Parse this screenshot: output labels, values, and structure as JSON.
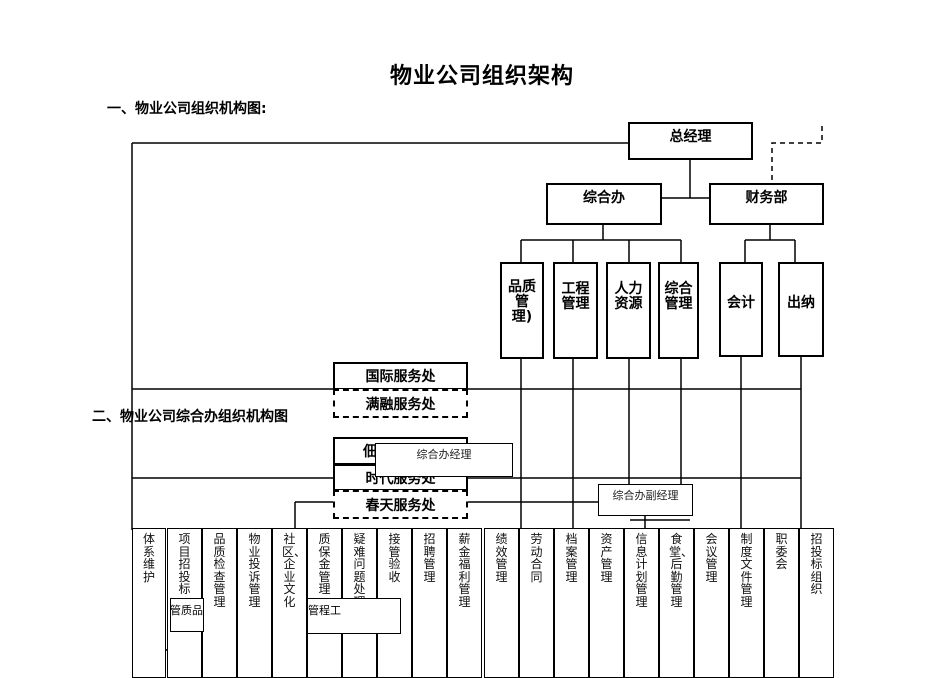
{
  "title": "物业公司组织架构",
  "section1": "一、物业公司组织机构图:",
  "section2": "二、物业公司综合办组织机构图",
  "nodes": {
    "gm": "总经理",
    "admin_office": "综合办",
    "finance": "财务部",
    "quality_mgmt": "品质管理)",
    "engineering_mgmt": "工程管理",
    "hr": "人力资源",
    "general_mgmt": "综合管理",
    "accounting": "会计",
    "cashier": "出纳",
    "intl_service": "国际服务处",
    "manrong_service": "满融服务处",
    "partial_service": "佃",
    "era_service": "时代服务处",
    "spring_service": "春天服务处",
    "admin_manager": "综合办经理",
    "admin_deputy_manager": "综合办副经理"
  },
  "functions": [
    "体系维护",
    "项目招投标",
    "品质检查管理",
    "物业投诉管理",
    "社区、企业文化",
    "质保金管理",
    "疑难问题处理",
    "接管验收",
    "招聘管理",
    "薪金福利管理",
    "绩效管理",
    "劳动合同",
    "档案管理",
    "资产管理",
    "信息计划管理",
    "食堂、后勤管理",
    "会议管理",
    "制度文件管理",
    "职委会",
    "招投标组织"
  ],
  "fragments": {
    "frag_left": "管质品",
    "frag_right": "管程工"
  }
}
